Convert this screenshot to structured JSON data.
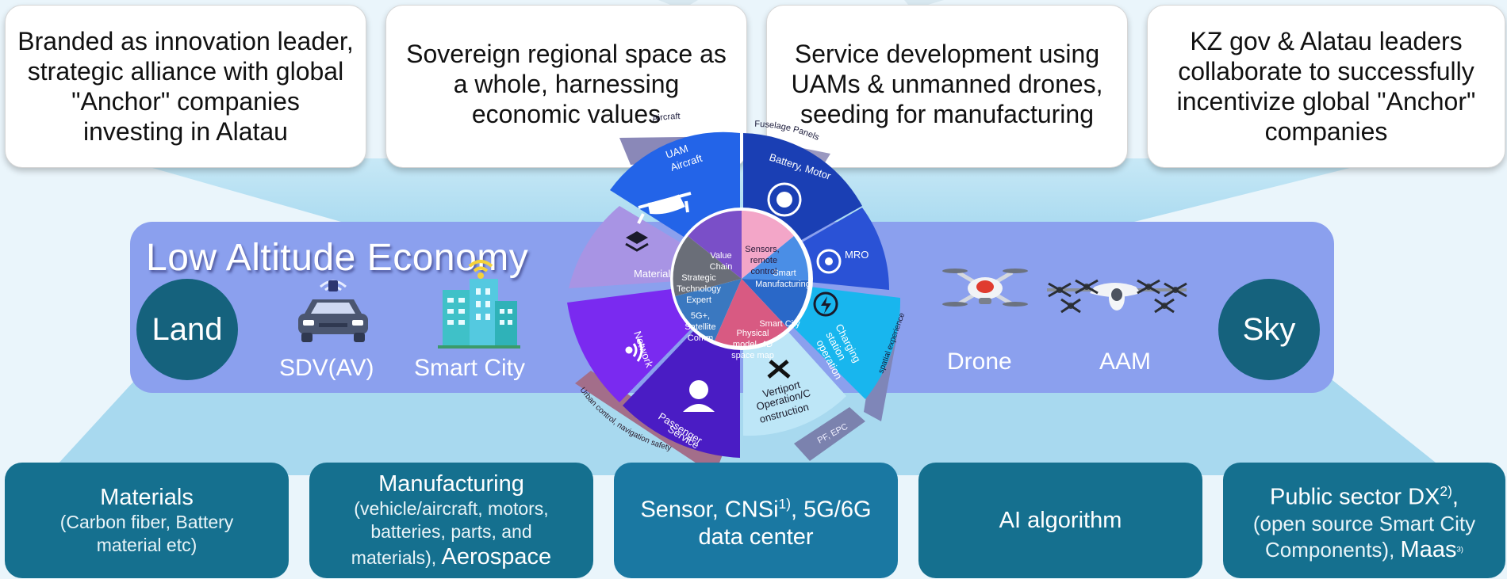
{
  "top_cards": [
    {
      "lines": [
        "Branded as innovation leader,",
        "strategic alliance with global",
        "\"Anchor\" companies",
        "investing in Alatau"
      ]
    },
    {
      "lines": [
        "Sovereign regional space as",
        "a whole, harnessing",
        "economic values"
      ]
    },
    {
      "lines": [
        "Service development using",
        "UAMs & unmanned drones,",
        "seeding for manufacturing"
      ]
    },
    {
      "lines": [
        "KZ gov & Alatau leaders",
        "collaborate to successfully",
        "incentivize global \"Anchor\"",
        "companies"
      ]
    }
  ],
  "band": {
    "title": "Low Altitude Economy",
    "left_circle": "Land",
    "right_circle": "Sky",
    "labels": {
      "sdv": "SDV(AV)",
      "smart_city": "Smart City",
      "drone": "Drone",
      "aam": "AAM"
    }
  },
  "wheel": {
    "outer": {
      "uam": [
        "UAM",
        "Aircraft"
      ],
      "battery": "Battery, Motor",
      "mro": "MRO",
      "charging": [
        "Charging",
        "station",
        "operation"
      ],
      "vertiport": [
        "Vertiport",
        "Operation/C",
        "onstruction"
      ],
      "passenger": [
        "Passenger",
        "Service"
      ],
      "network": "Network",
      "material": "Material"
    },
    "rim": {
      "aircraft": "Aircraft",
      "fuselage": "Fuselage Panels",
      "spatial": "spatial experience",
      "pf_epc": "PF, EPC",
      "urban": "Urban control, navigation safety"
    },
    "inner": {
      "value_chain": [
        "Value",
        "Chain"
      ],
      "sensors": [
        "Sensors,",
        "remote",
        "control"
      ],
      "smart_manufacturing": [
        "Smart",
        "Manufacturing"
      ],
      "smart_city": "Smart City",
      "physical_model": [
        "Physical",
        "model, 4D",
        "space map"
      ],
      "satellite": [
        "5G+,",
        "Satellite",
        "Comm"
      ],
      "strategic": [
        "Strategic",
        "Technology",
        "Expert"
      ]
    },
    "colors": {
      "uam": "#2364e8",
      "battery": "#1a3fb4",
      "mro": "#2a52d6",
      "charging": "#18b6ee",
      "vertiport": "#bde6f7",
      "passenger": "#4a1cc4",
      "network": "#7a2af0",
      "material": "#a894e4",
      "rim": "#8e8ec0"
    }
  },
  "bottom_cards": [
    {
      "title": "Materials",
      "sub": [
        "(Carbon fiber, Battery",
        "material etc)"
      ]
    },
    {
      "title": "Manufacturing",
      "sub": [
        "(vehicle/aircraft, motors,",
        "batteries, parts, and"
      ],
      "last_pre": "materials), ",
      "last_big": "Aerospace"
    },
    {
      "line1": "Sensor, CNSi",
      "sup1": "1)",
      "line1b": ", 5G/6G",
      "line2": "data center"
    },
    {
      "title": "AI algorithm"
    },
    {
      "l1": "Public sector DX",
      "sup1": "2)",
      "l1b": ",",
      "sub": [
        "(open source Smart City"
      ],
      "l3": "Components), ",
      "l3big": "Maas",
      "sup3": "3)"
    }
  ]
}
